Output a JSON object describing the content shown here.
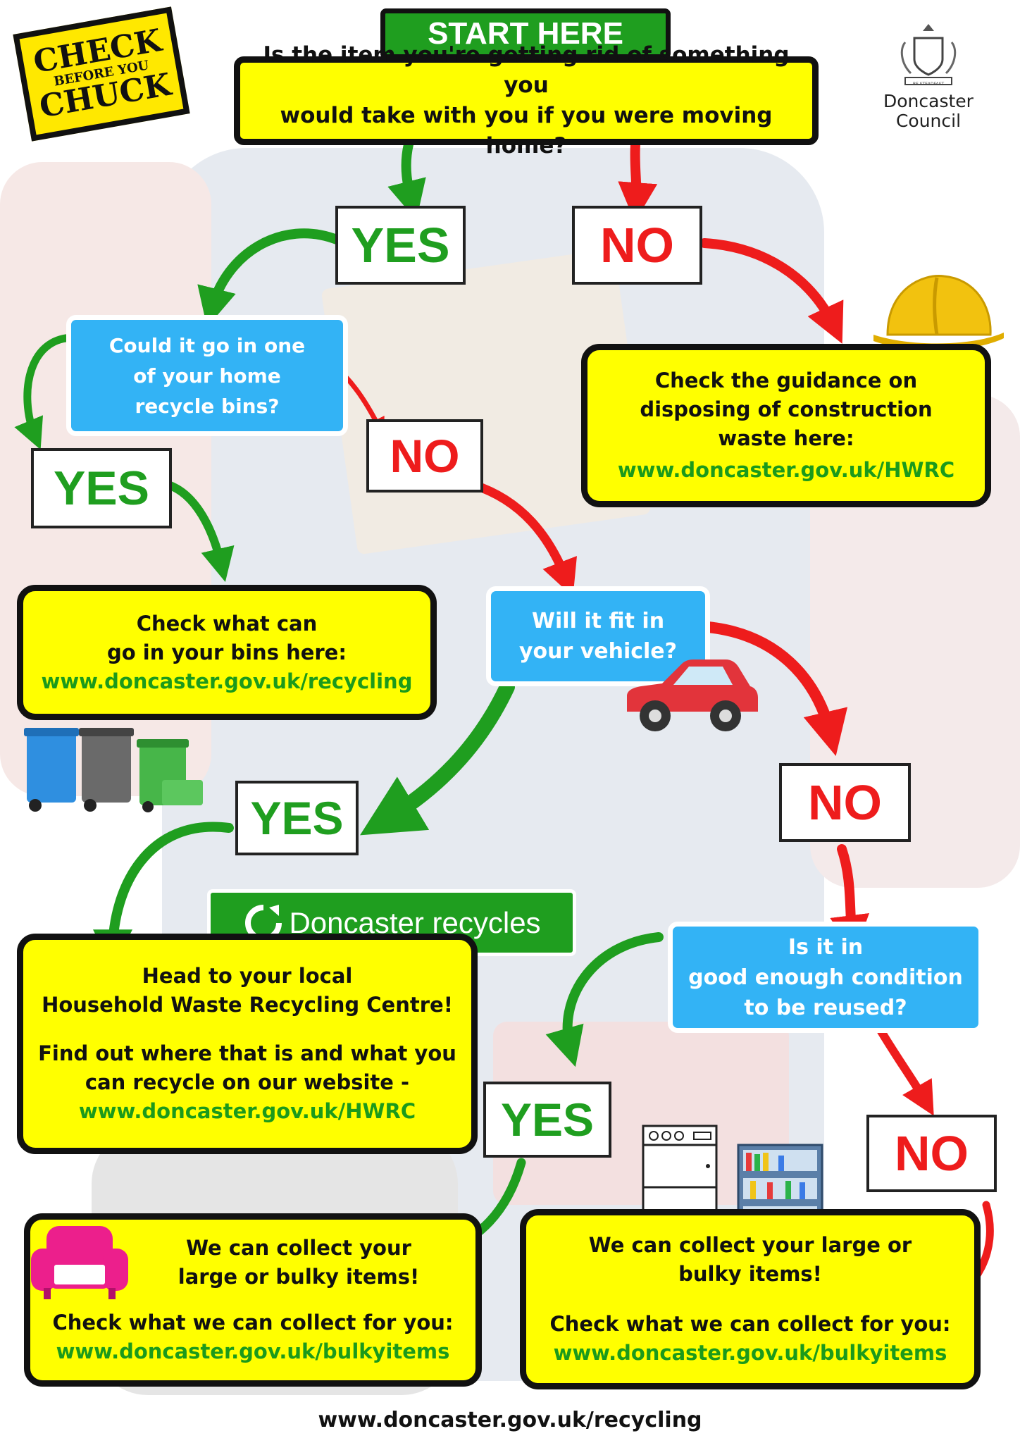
{
  "badge": {
    "line1": "CHECK",
    "line2": "BEFORE YOU",
    "line3": "CHUCK"
  },
  "council": {
    "line1": "Doncaster",
    "line2": "Council",
    "crest_motto": "BE STEADFAST"
  },
  "start": {
    "label": "START HERE"
  },
  "q1": {
    "line1": "Is the item you're getting rid of something you",
    "line2": "would take with you if you were moving home?"
  },
  "q2": {
    "line1": "Could it go in one",
    "line2": "of your home",
    "line3": "recycle bins?"
  },
  "q3": {
    "line1": "Will it fit in",
    "line2": "your vehicle?"
  },
  "q4": {
    "line1": "Is it in",
    "line2": "good enough condition",
    "line3": "to be reused?"
  },
  "labels": {
    "yes": "YES",
    "no": "NO"
  },
  "construction": {
    "line1": "Check the guidance on",
    "line2": "disposing of construction",
    "line3": "waste here:",
    "url": "www.doncaster.gov.uk/HWRC"
  },
  "bins": {
    "line1": "Check what can",
    "line2": "go in your bins here:",
    "url": "www.doncaster.gov.uk/recycling"
  },
  "brand": {
    "text": "Doncaster recycles"
  },
  "hwrc": {
    "line1": "Head to your local",
    "line2": "Household Waste Recycling Centre!",
    "line3": "Find out where that is and what you",
    "line4": "can recycle on our website -",
    "url": "www.doncaster.gov.uk/HWRC"
  },
  "bulky_left": {
    "line1": "We can collect your",
    "line2": "large or bulky items!",
    "line3": "Check what we can collect for you:",
    "url": "www.doncaster.gov.uk/bulkyitems"
  },
  "bulky_right": {
    "line1": "We can collect your large or",
    "line2": "bulky items!",
    "line3": "Check what we can collect for you:",
    "url": "www.doncaster.gov.uk/bulkyitems"
  },
  "footer": {
    "url": "www.doncaster.gov.uk/recycling"
  },
  "colors": {
    "yellow": "#ffff00",
    "blue": "#33b3f5",
    "green": "#1f9e1f",
    "red": "#ee1c1c"
  }
}
